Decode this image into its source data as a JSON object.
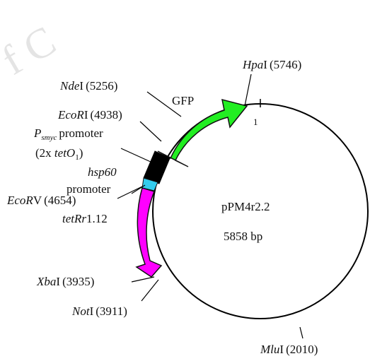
{
  "plasmid": {
    "name": "pPM4r2.2",
    "size": "5858 bp"
  },
  "origin_tick": "1",
  "features": {
    "gfp": {
      "label": "GFP",
      "color": "#22ee22"
    },
    "psmyc": {
      "label_P": "P",
      "label_sub": "smyc",
      "label_rest": "promoter",
      "paren_open": "(2x ",
      "tet": "tetO",
      "tet_sub": "1",
      "paren_close": ")",
      "color": "#000000"
    },
    "hsp60": {
      "label_italic": "hsp60",
      "label_rest": "promoter",
      "color": "#33ccee"
    },
    "tetR": {
      "label_italic": "tetRr",
      "label_rest": "1.12",
      "color": "#ff00ff"
    }
  },
  "sites": {
    "hpaI": {
      "name_italic": "Hpa",
      "name_rest": "I",
      "pos": "(5746)"
    },
    "ndeI": {
      "name_italic": "Nde",
      "name_rest": "I",
      "pos": "(5256)"
    },
    "ecoRI": {
      "name_italic": "EcoR",
      "name_rest": "I",
      "pos": "(4938)"
    },
    "ecoRV": {
      "name_italic": "EcoR",
      "name_rest": "V",
      "pos": "(4654)"
    },
    "xbaI": {
      "name_italic": "Xba",
      "name_rest": "I",
      "pos": "(3935)"
    },
    "notI": {
      "name_italic": "Not",
      "name_rest": "I",
      "pos": "(3911)"
    },
    "mluI": {
      "name_italic": "Mlu",
      "name_rest": "I",
      "pos": "(2010)"
    }
  }
}
